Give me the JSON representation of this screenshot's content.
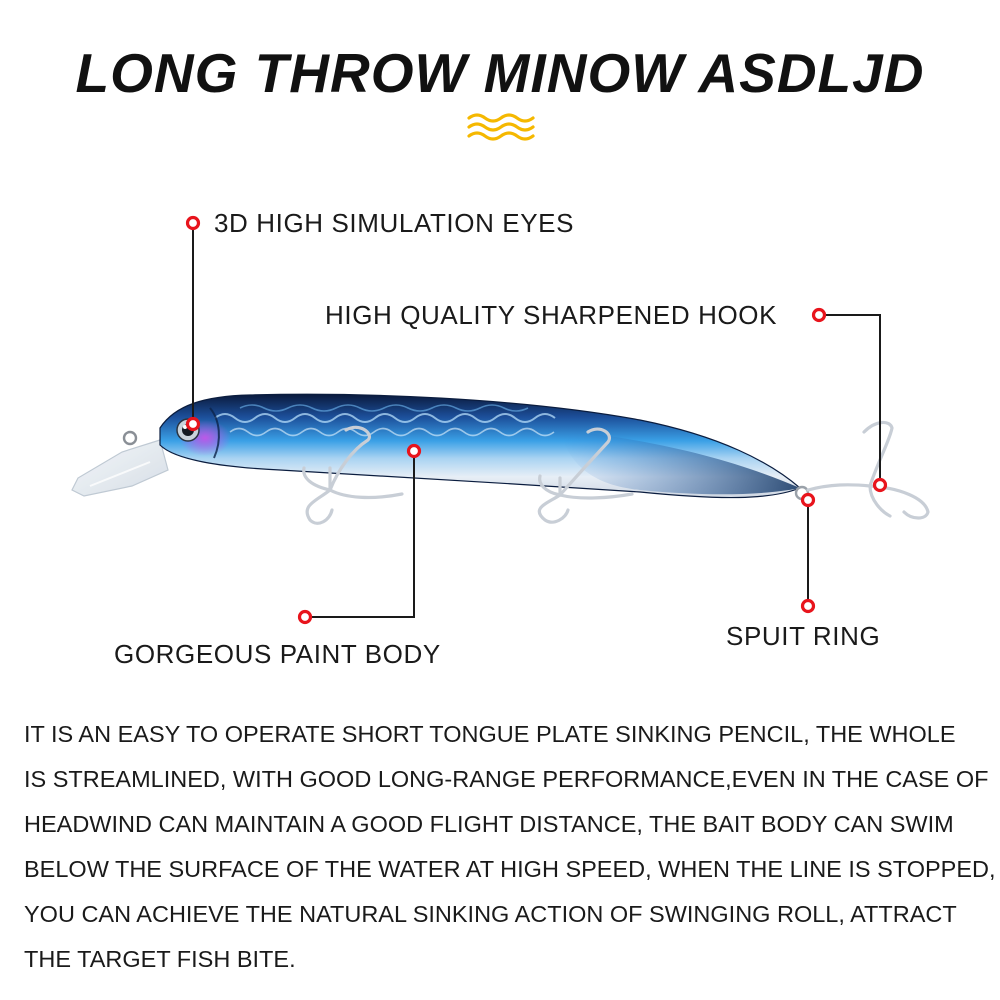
{
  "title": "LONG THROW MINOW ASDLJD",
  "accent_color": "#f5b800",
  "callout_dot_color": "#e8141c",
  "icons": {
    "title_ornament": "wave-lines-icon",
    "product": "fishing-lure-illustration"
  },
  "callouts": {
    "eyes": "3D HIGH SIMULATION EYES",
    "hook": "HIGH QUALITY SHARPENED HOOK",
    "body": "GORGEOUS PAINT BODY",
    "ring": "SPUIT RING"
  },
  "description": [
    "IT IS AN EASY TO OPERATE SHORT TONGUE PLATE SINKING PENCIL, THE WHOLE",
    "IS STREAMLINED, WITH GOOD LONG-RANGE PERFORMANCE,EVEN IN THE CASE OF",
    "HEADWIND CAN MAINTAIN A GOOD FLIGHT DISTANCE, THE BAIT BODY CAN SWIM",
    "BELOW THE SURFACE OF THE WATER AT HIGH SPEED, WHEN THE LINE IS STOPPED,",
    "YOU CAN ACHIEVE THE NATURAL SINKING ACTION OF SWINGING ROLL, ATTRACT",
    "THE TARGET FISH BITE."
  ]
}
